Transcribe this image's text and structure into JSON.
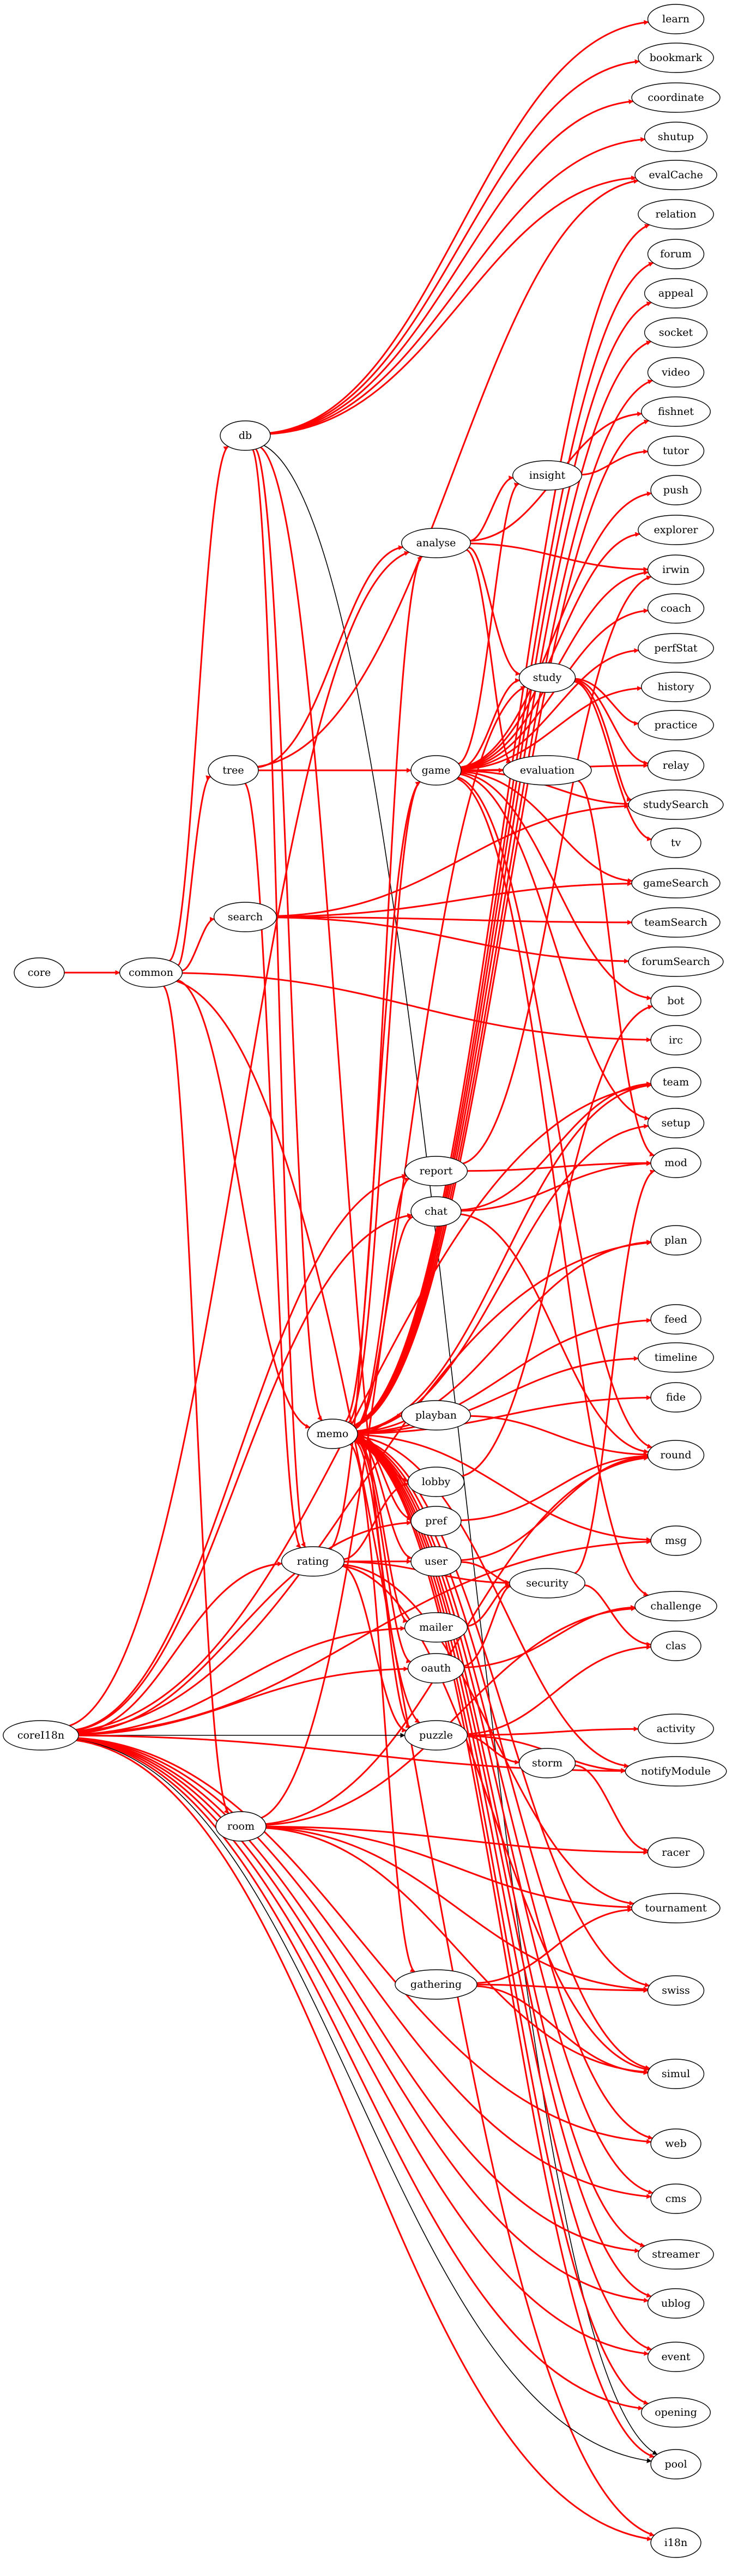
{
  "colors": {
    "edge_red": "#ff0000",
    "edge_black": "#000000",
    "node_stroke": "#000000",
    "background": "#ffffff"
  },
  "nodes": [
    {
      "id": "core",
      "label": "core"
    },
    {
      "id": "common",
      "label": "common"
    },
    {
      "id": "db",
      "label": "db"
    },
    {
      "id": "tree",
      "label": "tree"
    },
    {
      "id": "search",
      "label": "search"
    },
    {
      "id": "memo",
      "label": "memo"
    },
    {
      "id": "rating",
      "label": "rating"
    },
    {
      "id": "room",
      "label": "room"
    },
    {
      "id": "coreI18n",
      "label": "coreI18n"
    },
    {
      "id": "analyse",
      "label": "analyse"
    },
    {
      "id": "game",
      "label": "game"
    },
    {
      "id": "insight",
      "label": "insight"
    },
    {
      "id": "study",
      "label": "study"
    },
    {
      "id": "evaluation",
      "label": "evaluation"
    },
    {
      "id": "report",
      "label": "report"
    },
    {
      "id": "chat",
      "label": "chat"
    },
    {
      "id": "playban",
      "label": "playban"
    },
    {
      "id": "lobby",
      "label": "lobby"
    },
    {
      "id": "pref",
      "label": "pref"
    },
    {
      "id": "user",
      "label": "user"
    },
    {
      "id": "security",
      "label": "security"
    },
    {
      "id": "mailer",
      "label": "mailer"
    },
    {
      "id": "oauth",
      "label": "oauth"
    },
    {
      "id": "puzzle",
      "label": "puzzle"
    },
    {
      "id": "storm",
      "label": "storm"
    },
    {
      "id": "gathering",
      "label": "gathering"
    },
    {
      "id": "learn",
      "label": "learn"
    },
    {
      "id": "bookmark",
      "label": "bookmark"
    },
    {
      "id": "coordinate",
      "label": "coordinate"
    },
    {
      "id": "shutup",
      "label": "shutup"
    },
    {
      "id": "evalCache",
      "label": "evalCache"
    },
    {
      "id": "relation",
      "label": "relation"
    },
    {
      "id": "forum",
      "label": "forum"
    },
    {
      "id": "appeal",
      "label": "appeal"
    },
    {
      "id": "socket",
      "label": "socket"
    },
    {
      "id": "video",
      "label": "video"
    },
    {
      "id": "fishnet",
      "label": "fishnet"
    },
    {
      "id": "tutor",
      "label": "tutor"
    },
    {
      "id": "push",
      "label": "push"
    },
    {
      "id": "explorer",
      "label": "explorer"
    },
    {
      "id": "irwin",
      "label": "irwin"
    },
    {
      "id": "coach",
      "label": "coach"
    },
    {
      "id": "perfStat",
      "label": "perfStat"
    },
    {
      "id": "history",
      "label": "history"
    },
    {
      "id": "practice",
      "label": "practice"
    },
    {
      "id": "relay",
      "label": "relay"
    },
    {
      "id": "studySearch",
      "label": "studySearch"
    },
    {
      "id": "tv",
      "label": "tv"
    },
    {
      "id": "gameSearch",
      "label": "gameSearch"
    },
    {
      "id": "teamSearch",
      "label": "teamSearch"
    },
    {
      "id": "forumSearch",
      "label": "forumSearch"
    },
    {
      "id": "bot",
      "label": "bot"
    },
    {
      "id": "irc",
      "label": "irc"
    },
    {
      "id": "team",
      "label": "team"
    },
    {
      "id": "setup",
      "label": "setup"
    },
    {
      "id": "mod",
      "label": "mod"
    },
    {
      "id": "plan",
      "label": "plan"
    },
    {
      "id": "feed",
      "label": "feed"
    },
    {
      "id": "timeline",
      "label": "timeline"
    },
    {
      "id": "fide",
      "label": "fide"
    },
    {
      "id": "round",
      "label": "round"
    },
    {
      "id": "msg",
      "label": "msg"
    },
    {
      "id": "challenge",
      "label": "challenge"
    },
    {
      "id": "clas",
      "label": "clas"
    },
    {
      "id": "activity",
      "label": "activity"
    },
    {
      "id": "notifyModule",
      "label": "notifyModule"
    },
    {
      "id": "racer",
      "label": "racer"
    },
    {
      "id": "tournament",
      "label": "tournament"
    },
    {
      "id": "swiss",
      "label": "swiss"
    },
    {
      "id": "simul",
      "label": "simul"
    },
    {
      "id": "web",
      "label": "web"
    },
    {
      "id": "cms",
      "label": "cms"
    },
    {
      "id": "streamer",
      "label": "streamer"
    },
    {
      "id": "ublog",
      "label": "ublog"
    },
    {
      "id": "event",
      "label": "event"
    },
    {
      "id": "opening",
      "label": "opening"
    },
    {
      "id": "pool",
      "label": "pool"
    },
    {
      "id": "i18n",
      "label": "i18n"
    }
  ],
  "edges": [
    {
      "from": "core",
      "to": "common",
      "color": "red"
    },
    {
      "from": "common",
      "to": "db",
      "color": "red"
    },
    {
      "from": "common",
      "to": "tree",
      "color": "red"
    },
    {
      "from": "common",
      "to": "search",
      "color": "red"
    },
    {
      "from": "common",
      "to": "irc",
      "color": "red"
    },
    {
      "from": "common",
      "to": "memo",
      "color": "red"
    },
    {
      "from": "common",
      "to": "room",
      "color": "red"
    },
    {
      "from": "common",
      "to": "i18n",
      "color": "red"
    },
    {
      "from": "db",
      "to": "learn",
      "color": "red"
    },
    {
      "from": "db",
      "to": "bookmark",
      "color": "red"
    },
    {
      "from": "db",
      "to": "coordinate",
      "color": "red"
    },
    {
      "from": "db",
      "to": "shutup",
      "color": "red"
    },
    {
      "from": "db",
      "to": "evalCache",
      "color": "red"
    },
    {
      "from": "db",
      "to": "memo",
      "color": "red"
    },
    {
      "from": "db",
      "to": "rating",
      "color": "red"
    },
    {
      "from": "db",
      "to": "puzzle",
      "color": "red"
    },
    {
      "from": "db",
      "to": "pool",
      "color": "black"
    },
    {
      "from": "tree",
      "to": "analyse",
      "color": "red"
    },
    {
      "from": "tree",
      "to": "game",
      "color": "red"
    },
    {
      "from": "tree",
      "to": "evalCache",
      "color": "red"
    },
    {
      "from": "tree",
      "to": "rating",
      "color": "red"
    },
    {
      "from": "search",
      "to": "studySearch",
      "color": "red"
    },
    {
      "from": "search",
      "to": "gameSearch",
      "color": "red"
    },
    {
      "from": "search",
      "to": "teamSearch",
      "color": "red"
    },
    {
      "from": "search",
      "to": "forumSearch",
      "color": "red"
    },
    {
      "from": "memo",
      "to": "relation",
      "color": "red"
    },
    {
      "from": "memo",
      "to": "forum",
      "color": "red"
    },
    {
      "from": "memo",
      "to": "appeal",
      "color": "red"
    },
    {
      "from": "memo",
      "to": "socket",
      "color": "red"
    },
    {
      "from": "memo",
      "to": "video",
      "color": "red"
    },
    {
      "from": "memo",
      "to": "fishnet",
      "color": "red"
    },
    {
      "from": "memo",
      "to": "analyse",
      "color": "red"
    },
    {
      "from": "memo",
      "to": "game",
      "color": "red"
    },
    {
      "from": "memo",
      "to": "report",
      "color": "red"
    },
    {
      "from": "memo",
      "to": "chat",
      "color": "red"
    },
    {
      "from": "memo",
      "to": "plan",
      "color": "red"
    },
    {
      "from": "memo",
      "to": "feed",
      "color": "red"
    },
    {
      "from": "memo",
      "to": "timeline",
      "color": "red"
    },
    {
      "from": "memo",
      "to": "fide",
      "color": "red"
    },
    {
      "from": "memo",
      "to": "playban",
      "color": "red"
    },
    {
      "from": "memo",
      "to": "lobby",
      "color": "red"
    },
    {
      "from": "memo",
      "to": "pref",
      "color": "red"
    },
    {
      "from": "memo",
      "to": "user",
      "color": "red"
    },
    {
      "from": "memo",
      "to": "msg",
      "color": "red"
    },
    {
      "from": "memo",
      "to": "mailer",
      "color": "red"
    },
    {
      "from": "memo",
      "to": "oauth",
      "color": "red"
    },
    {
      "from": "memo",
      "to": "puzzle",
      "color": "red"
    },
    {
      "from": "memo",
      "to": "notifyModule",
      "color": "red"
    },
    {
      "from": "memo",
      "to": "gathering",
      "color": "red"
    },
    {
      "from": "memo",
      "to": "swiss",
      "color": "red"
    },
    {
      "from": "memo",
      "to": "simul",
      "color": "red"
    },
    {
      "from": "memo",
      "to": "web",
      "color": "red"
    },
    {
      "from": "memo",
      "to": "cms",
      "color": "red"
    },
    {
      "from": "memo",
      "to": "streamer",
      "color": "red"
    },
    {
      "from": "memo",
      "to": "ublog",
      "color": "red"
    },
    {
      "from": "memo",
      "to": "event",
      "color": "red"
    },
    {
      "from": "memo",
      "to": "opening",
      "color": "red"
    },
    {
      "from": "memo",
      "to": "pool",
      "color": "red"
    },
    {
      "from": "memo",
      "to": "team",
      "color": "red"
    },
    {
      "from": "memo",
      "to": "setup",
      "color": "red"
    },
    {
      "from": "analyse",
      "to": "insight",
      "color": "red"
    },
    {
      "from": "analyse",
      "to": "irwin",
      "color": "red"
    },
    {
      "from": "analyse",
      "to": "study",
      "color": "red"
    },
    {
      "from": "analyse",
      "to": "evaluation",
      "color": "red"
    },
    {
      "from": "analyse",
      "to": "fishnet",
      "color": "red"
    },
    {
      "from": "game",
      "to": "insight",
      "color": "red"
    },
    {
      "from": "game",
      "to": "push",
      "color": "red"
    },
    {
      "from": "game",
      "to": "explorer",
      "color": "red"
    },
    {
      "from": "game",
      "to": "irwin",
      "color": "red"
    },
    {
      "from": "game",
      "to": "coach",
      "color": "red"
    },
    {
      "from": "game",
      "to": "perfStat",
      "color": "red"
    },
    {
      "from": "game",
      "to": "history",
      "color": "red"
    },
    {
      "from": "game",
      "to": "study",
      "color": "red"
    },
    {
      "from": "game",
      "to": "evaluation",
      "color": "red"
    },
    {
      "from": "game",
      "to": "relay",
      "color": "red"
    },
    {
      "from": "game",
      "to": "studySearch",
      "color": "red"
    },
    {
      "from": "game",
      "to": "gameSearch",
      "color": "red"
    },
    {
      "from": "game",
      "to": "bot",
      "color": "red"
    },
    {
      "from": "game",
      "to": "setup",
      "color": "red"
    },
    {
      "from": "game",
      "to": "round",
      "color": "red"
    },
    {
      "from": "game",
      "to": "challenge",
      "color": "red"
    },
    {
      "from": "insight",
      "to": "tutor",
      "color": "red"
    },
    {
      "from": "study",
      "to": "practice",
      "color": "red"
    },
    {
      "from": "study",
      "to": "relay",
      "color": "red"
    },
    {
      "from": "study",
      "to": "studySearch",
      "color": "red"
    },
    {
      "from": "study",
      "to": "tv",
      "color": "red"
    },
    {
      "from": "evaluation",
      "to": "mod",
      "color": "red"
    },
    {
      "from": "report",
      "to": "irwin",
      "color": "red"
    },
    {
      "from": "report",
      "to": "mod",
      "color": "red"
    },
    {
      "from": "chat",
      "to": "team",
      "color": "red"
    },
    {
      "from": "chat",
      "to": "mod",
      "color": "red"
    },
    {
      "from": "chat",
      "to": "round",
      "color": "red"
    },
    {
      "from": "playban",
      "to": "round",
      "color": "red"
    },
    {
      "from": "lobby",
      "to": "bot",
      "color": "red"
    },
    {
      "from": "pref",
      "to": "round",
      "color": "red"
    },
    {
      "from": "user",
      "to": "security",
      "color": "red"
    },
    {
      "from": "user",
      "to": "round",
      "color": "red"
    },
    {
      "from": "security",
      "to": "mod",
      "color": "red"
    },
    {
      "from": "security",
      "to": "clas",
      "color": "red"
    },
    {
      "from": "mailer",
      "to": "security",
      "color": "red"
    },
    {
      "from": "oauth",
      "to": "security",
      "color": "red"
    },
    {
      "from": "oauth",
      "to": "challenge",
      "color": "red"
    },
    {
      "from": "puzzle",
      "to": "clas",
      "color": "red"
    },
    {
      "from": "puzzle",
      "to": "activity",
      "color": "red"
    },
    {
      "from": "puzzle",
      "to": "storm",
      "color": "red"
    },
    {
      "from": "puzzle",
      "to": "notifyModule",
      "color": "red"
    },
    {
      "from": "storm",
      "to": "racer",
      "color": "red"
    },
    {
      "from": "rating",
      "to": "game",
      "color": "red"
    },
    {
      "from": "rating",
      "to": "user",
      "color": "red"
    },
    {
      "from": "rating",
      "to": "lobby",
      "color": "red"
    },
    {
      "from": "rating",
      "to": "security",
      "color": "red"
    },
    {
      "from": "rating",
      "to": "puzzle",
      "color": "red"
    },
    {
      "from": "rating",
      "to": "tournament",
      "color": "red"
    },
    {
      "from": "rating",
      "to": "simul",
      "color": "red"
    },
    {
      "from": "room",
      "to": "study",
      "color": "red"
    },
    {
      "from": "room",
      "to": "round",
      "color": "red"
    },
    {
      "from": "room",
      "to": "racer",
      "color": "red"
    },
    {
      "from": "room",
      "to": "tournament",
      "color": "red"
    },
    {
      "from": "room",
      "to": "swiss",
      "color": "red"
    },
    {
      "from": "room",
      "to": "simul",
      "color": "red"
    },
    {
      "from": "room",
      "to": "challenge",
      "color": "red"
    },
    {
      "from": "gathering",
      "to": "tournament",
      "color": "red"
    },
    {
      "from": "gathering",
      "to": "swiss",
      "color": "red"
    },
    {
      "from": "gathering",
      "to": "simul",
      "color": "red"
    },
    {
      "from": "coreI18n",
      "to": "analyse",
      "color": "red"
    },
    {
      "from": "coreI18n",
      "to": "report",
      "color": "red"
    },
    {
      "from": "coreI18n",
      "to": "chat",
      "color": "red"
    },
    {
      "from": "coreI18n",
      "to": "team",
      "color": "red"
    },
    {
      "from": "coreI18n",
      "to": "plan",
      "color": "red"
    },
    {
      "from": "coreI18n",
      "to": "pref",
      "color": "red"
    },
    {
      "from": "coreI18n",
      "to": "rating",
      "color": "red"
    },
    {
      "from": "coreI18n",
      "to": "msg",
      "color": "red"
    },
    {
      "from": "coreI18n",
      "to": "mailer",
      "color": "red"
    },
    {
      "from": "coreI18n",
      "to": "oauth",
      "color": "red"
    },
    {
      "from": "coreI18n",
      "to": "puzzle",
      "color": "black"
    },
    {
      "from": "coreI18n",
      "to": "notifyModule",
      "color": "red"
    },
    {
      "from": "coreI18n",
      "to": "web",
      "color": "red"
    },
    {
      "from": "coreI18n",
      "to": "cms",
      "color": "red"
    },
    {
      "from": "coreI18n",
      "to": "streamer",
      "color": "red"
    },
    {
      "from": "coreI18n",
      "to": "ublog",
      "color": "red"
    },
    {
      "from": "coreI18n",
      "to": "event",
      "color": "red"
    },
    {
      "from": "coreI18n",
      "to": "opening",
      "color": "red"
    },
    {
      "from": "coreI18n",
      "to": "pool",
      "color": "black"
    },
    {
      "from": "coreI18n",
      "to": "i18n",
      "color": "red"
    }
  ]
}
